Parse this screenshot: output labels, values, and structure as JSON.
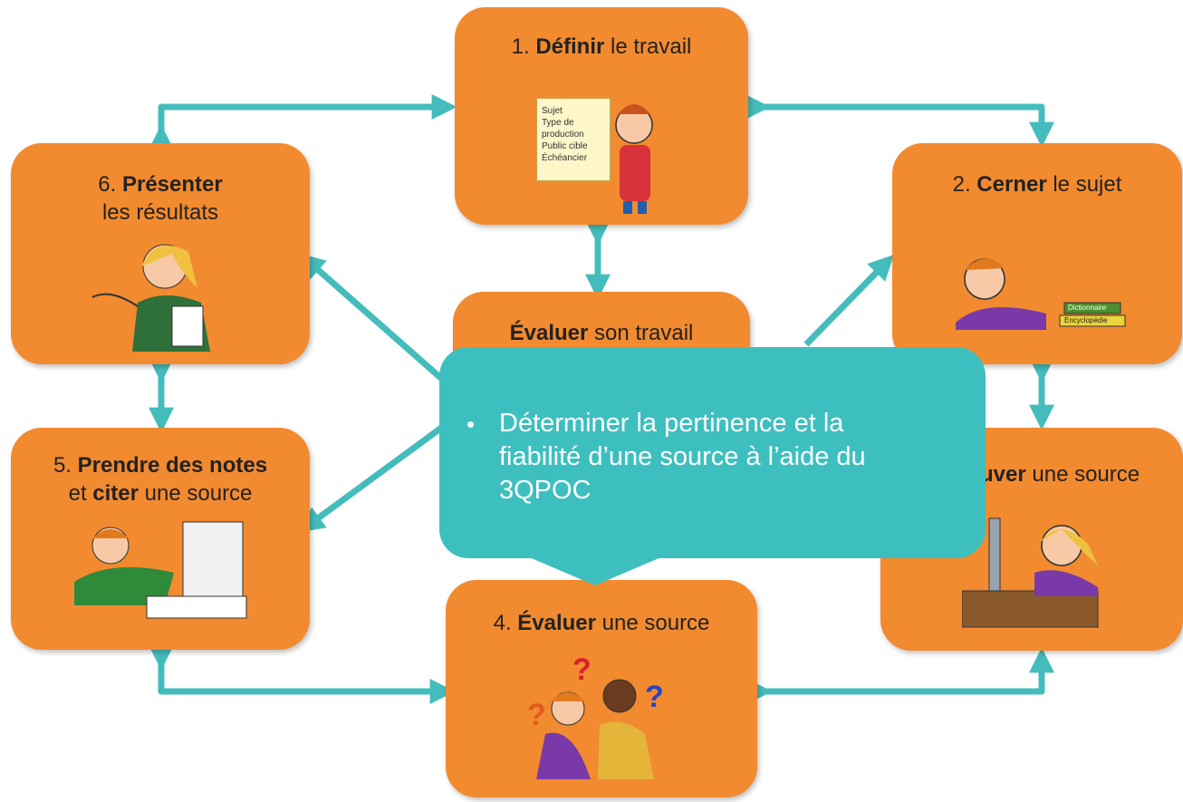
{
  "steps": [
    {
      "id": "definir",
      "num": "1.",
      "bold": "Définir",
      "rest": "le travail",
      "list": [
        "Sujet",
        "Type de",
        "production",
        "Public cible",
        "Échéancier"
      ]
    },
    {
      "id": "cerner",
      "num": "2.",
      "bold": "Cerner",
      "rest": "le sujet",
      "books": [
        "Dictionnaire",
        "Encyclopédie"
      ]
    },
    {
      "id": "trouver",
      "num": "",
      "bold": "uver",
      "rest": "une source"
    },
    {
      "id": "evaluer-source",
      "num": "4.",
      "bold": "Évaluer",
      "rest": "une source"
    },
    {
      "id": "prendre-notes",
      "num": "5.",
      "bold": "Prendre des notes",
      "line2_pre": "et",
      "line2_bold": "citer",
      "line2_rest": "une source"
    },
    {
      "id": "presenter",
      "num": "6.",
      "bold": "Présenter",
      "line2_rest": "les résultats"
    },
    {
      "id": "evaluer-travail",
      "num": "",
      "bold": "Évaluer",
      "rest": "son travail"
    }
  ],
  "callout": {
    "bullet": "•",
    "text": "Déterminer la pertinence et la fiabilité d’une source à l’aide du 3QPOC"
  },
  "colors": {
    "box": "#f28a30",
    "arrow": "#45bcbc",
    "callout": "#3ebfbf"
  }
}
